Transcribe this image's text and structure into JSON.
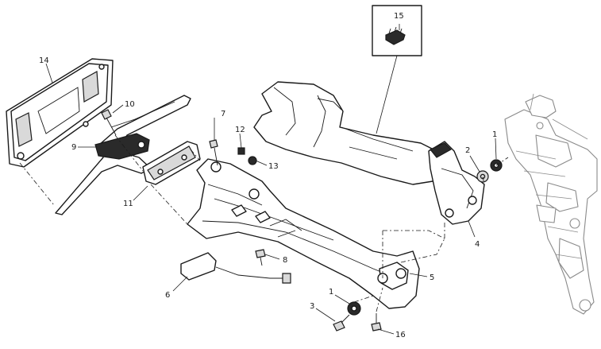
{
  "callouts": {
    "c1a": "1",
    "c1b": "1",
    "c2": "2",
    "c3": "3",
    "c4": "4",
    "c5": "5",
    "c6": "6",
    "c7": "7",
    "c8": "8",
    "c9": "9",
    "c10": "10",
    "c11": "11",
    "c12": "12",
    "c13": "13",
    "c14": "14",
    "c15": "15",
    "c16": "16"
  }
}
